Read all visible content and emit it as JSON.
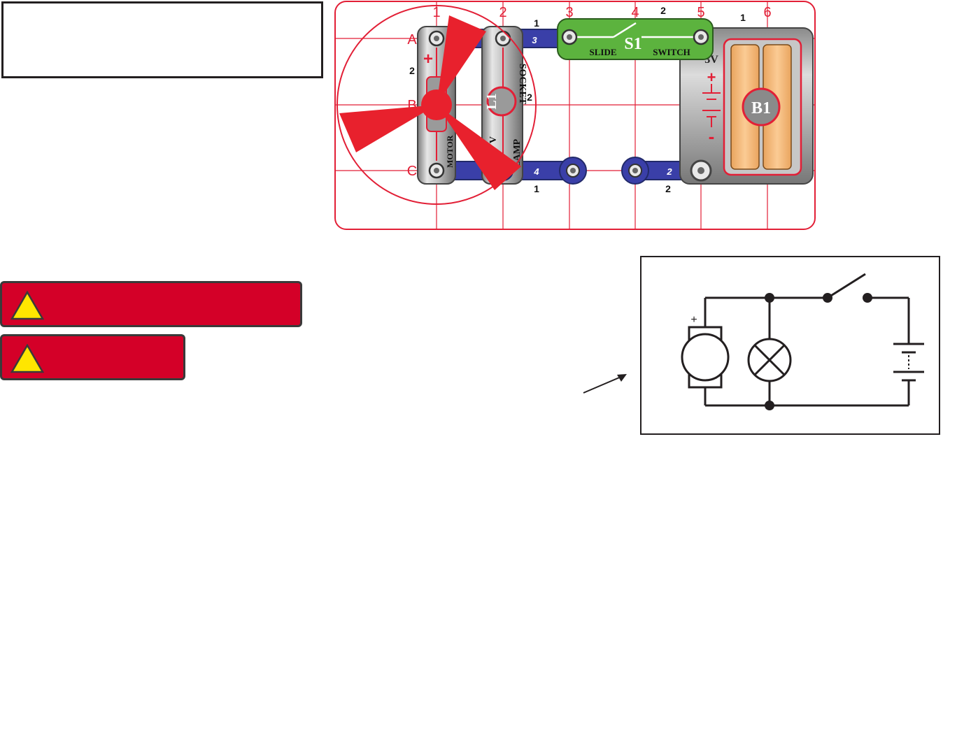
{
  "grid": {
    "columns": [
      "1",
      "2",
      "3",
      "4",
      "5",
      "6"
    ],
    "rows": [
      "A",
      "B",
      "C"
    ]
  },
  "parts": {
    "motor_label": "MOTOR",
    "motor_plus": "+",
    "lamp_id": "L1",
    "lamp_socket_label": "SOCKET",
    "lamp_label": "LAMP",
    "lamp_voltage": "V",
    "switch_id": "S1",
    "switch_label_left": "SLIDE",
    "switch_label_right": "SWITCH",
    "battery_id": "B1",
    "battery_voltage": "3V",
    "battery_plus": "+",
    "battery_minus": "-"
  },
  "wires": {
    "top_wire_number": "3",
    "bottom_long_number": "4",
    "bottom_short_number": "2"
  },
  "level_marks": {
    "top_1": "1",
    "top_2": "2",
    "top_3": "1",
    "left_2": "2",
    "lamp_2": "2",
    "bottom_1": "1",
    "bottom_2": "2"
  },
  "schematic": {
    "motor_plus": "+"
  },
  "colors": {
    "grid_red": "#e21f36",
    "wire_blue": "#3a3fa8",
    "switch_green": "#5cb33e",
    "battery_orange": "#f3b77a",
    "warning_red": "#d40028",
    "warning_yellow": "#ffe600",
    "fan_red": "#e8212d"
  }
}
